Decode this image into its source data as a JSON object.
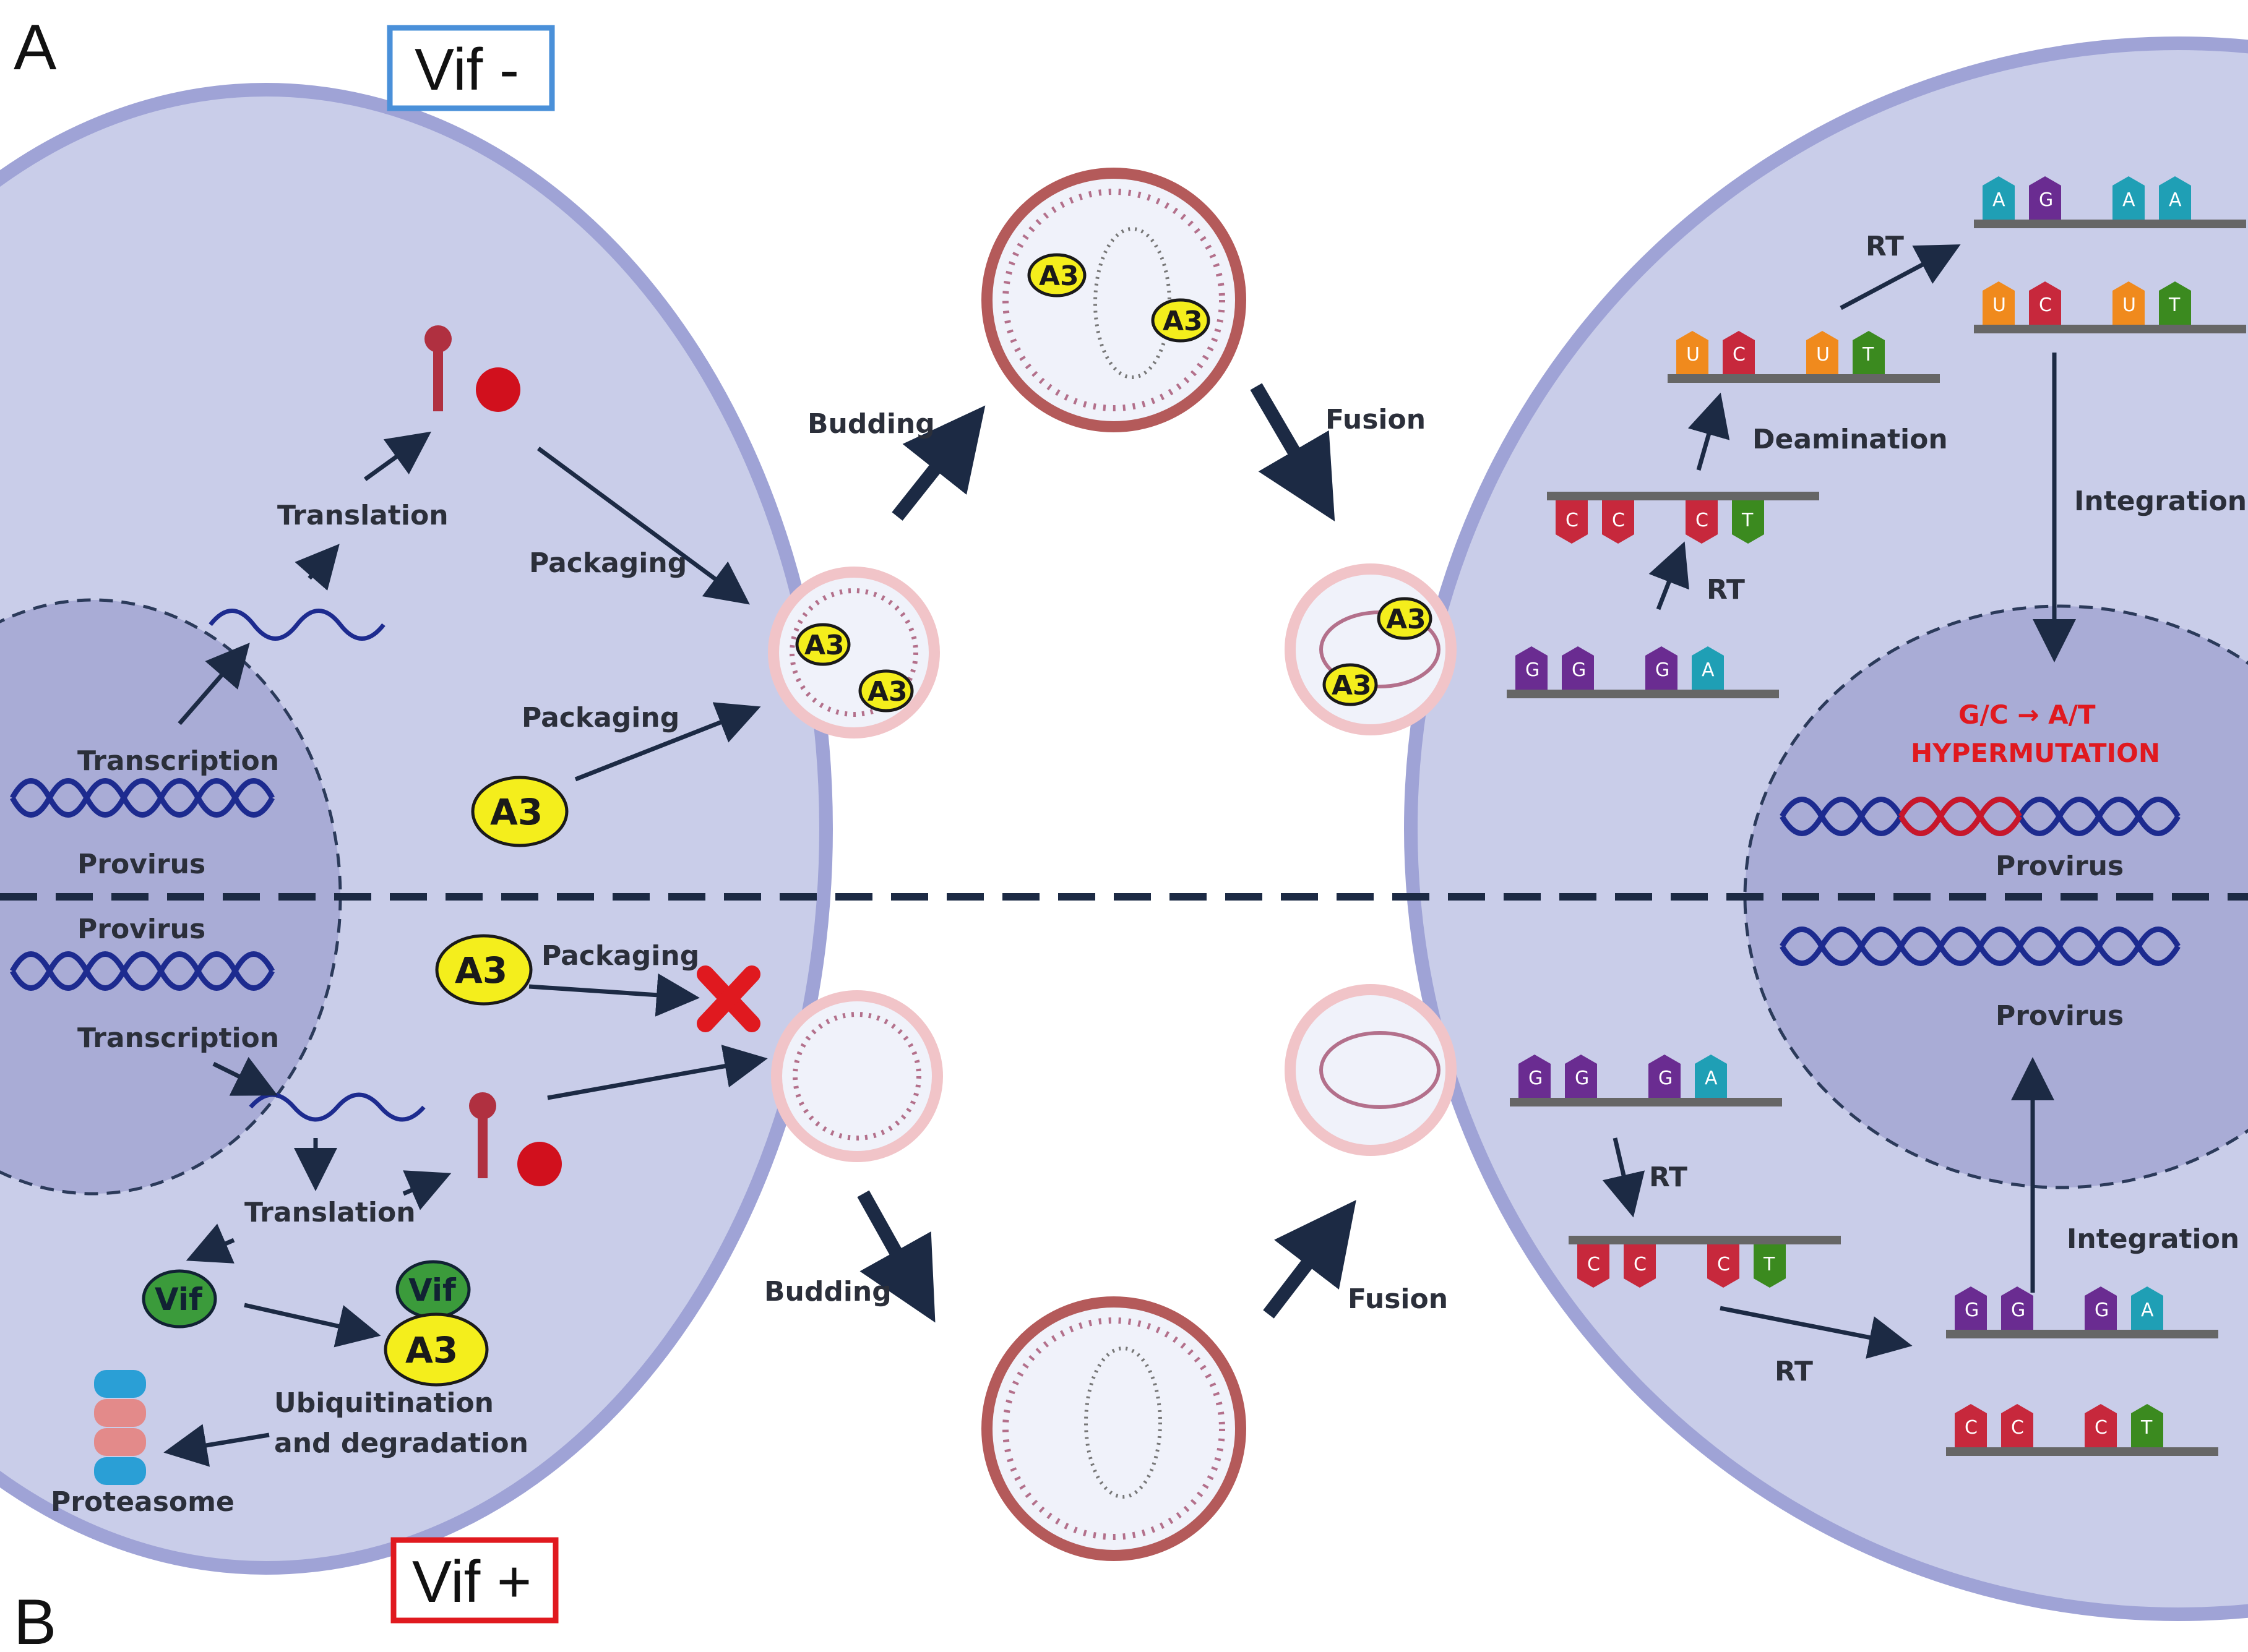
{
  "panels": {
    "top": "A",
    "bottom": "B"
  },
  "conditions": {
    "top": "Vif  -",
    "bottom": "Vif  +",
    "top_color": "#4a90d9",
    "bottom_color": "#e0191f"
  },
  "top_left": {
    "transcription": "Transcription",
    "provirus": "Provirus",
    "translation": "Translation",
    "packaging_1": "Packaging",
    "packaging_2": "Packaging",
    "a3": "A3"
  },
  "bottom_left": {
    "provirus": "Provirus",
    "transcription": "Transcription",
    "translation": "Translation",
    "packaging": "Packaging",
    "a3": "A3",
    "vif": "Vif",
    "complex_vif": "Vif",
    "complex_a3": "A3",
    "ubiquitination_1": "Ubiquitination",
    "ubiquitination_2": "and degradation",
    "proteasome": "Proteasome"
  },
  "center": {
    "budding_top": "Budding",
    "fusion_top": "Fusion",
    "budding_bottom": "Budding",
    "fusion_bottom": "Fusion",
    "virion_a3": "A3"
  },
  "top_right": {
    "rt_1": "RT",
    "rt_2": "RT",
    "deamination": "Deamination",
    "integration": "Integration",
    "hypermutation_1": "G/C → A/T",
    "hypermutation_2": "HYPERMUTATION",
    "provirus": "Provirus",
    "strand_minus": [
      "G",
      "G",
      "G",
      "A"
    ],
    "strand_cdna": [
      "C",
      "C",
      "C",
      "T"
    ],
    "strand_deam": [
      "U",
      "C",
      "U",
      "T"
    ],
    "strand_final_top": [
      "A",
      "G",
      "A",
      "A"
    ],
    "strand_final_bottom": [
      "U",
      "C",
      "U",
      "T"
    ]
  },
  "bottom_right": {
    "provirus": "Provirus",
    "rt_1": "RT",
    "rt_2": "RT",
    "integration": "Integration",
    "strand_minus": [
      "G",
      "G",
      "G",
      "A"
    ],
    "strand_cdna": [
      "C",
      "C",
      "C",
      "T"
    ],
    "strand_final_top": [
      "G",
      "G",
      "G",
      "A"
    ],
    "strand_final_bottom": [
      "C",
      "C",
      "C",
      "T"
    ]
  },
  "colors": {
    "cell": "#c9cde9",
    "membrane": "#9fa3d6",
    "nucleus": "#a9acd6",
    "dna_blue": "#1d2b8f",
    "dna_red": "#c8172b",
    "a3_yellow": "#f4ee1c",
    "vif_green": "#3b9b3b",
    "nuc_G": "#6a2c91",
    "nuc_A": "#1f9fb5",
    "nuc_C": "#c7283c",
    "nuc_T": "#3b8a1f",
    "nuc_U": "#f08a1d",
    "arrow": "#1c2a44"
  }
}
